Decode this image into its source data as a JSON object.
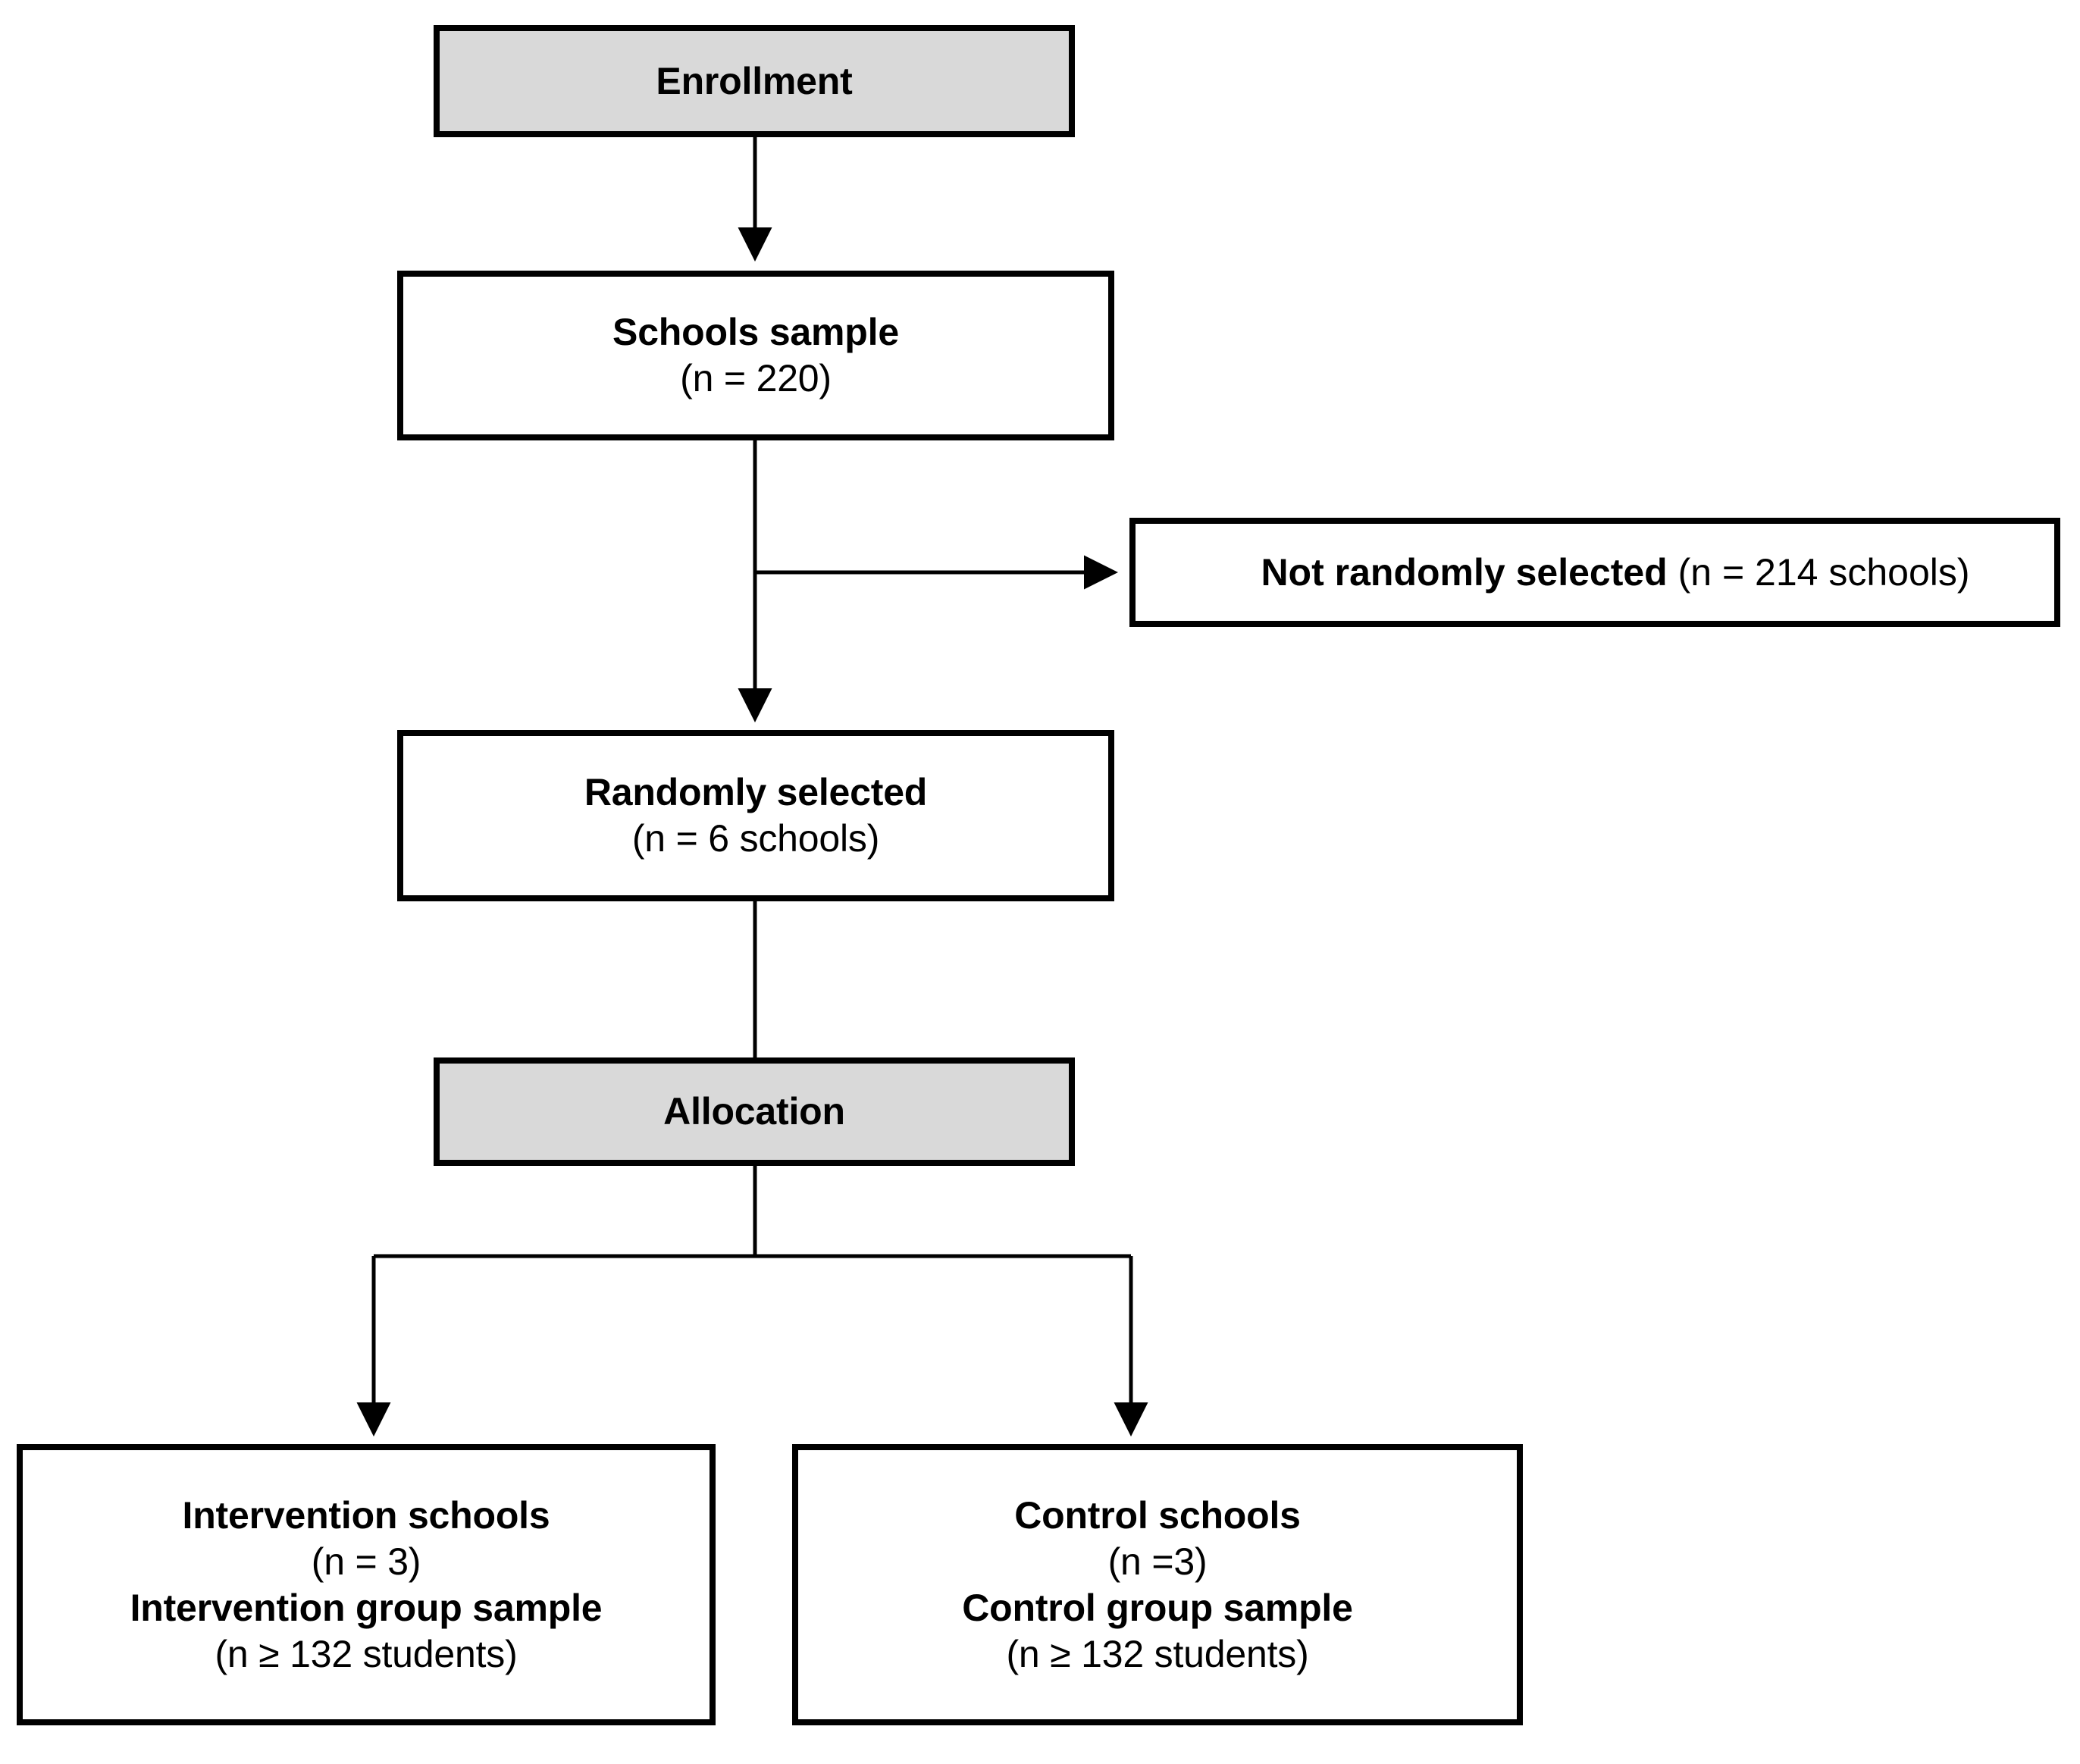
{
  "diagram": {
    "type": "consort-flow-diagram",
    "title": "School cluster randomised trial enrollment and allocation flow",
    "colors": {
      "stroke": "#000000",
      "background": "#ffffff",
      "stage_fill": "#d9d9d9",
      "node_fill": "#ffffff"
    },
    "stages": [
      {
        "id": "enrollment",
        "label": "Enrollment"
      },
      {
        "id": "allocation",
        "label": "Allocation"
      }
    ],
    "nodes": [
      {
        "id": "enrollment",
        "kind": "stage-header",
        "shaded": true,
        "lines": [
          {
            "text": "Enrollment",
            "bold": true
          }
        ]
      },
      {
        "id": "schools-sample",
        "kind": "box",
        "shaded": false,
        "lines": [
          {
            "text": "Schools sample",
            "bold": true
          },
          {
            "text": "(n = 220)",
            "bold": false
          }
        ]
      },
      {
        "id": "not-randomly-selected",
        "kind": "exclusion-box",
        "shaded": false,
        "bold_part": "Not randomly selected",
        "regular_part": " (n = 214 schools)"
      },
      {
        "id": "randomly-selected",
        "kind": "box",
        "shaded": false,
        "lines": [
          {
            "text": "Randomly selected",
            "bold": true
          },
          {
            "text": "(n = 6 schools)",
            "bold": false
          }
        ]
      },
      {
        "id": "allocation",
        "kind": "stage-header",
        "shaded": true,
        "lines": [
          {
            "text": "Allocation",
            "bold": true
          }
        ]
      },
      {
        "id": "intervention-arm",
        "kind": "box",
        "shaded": false,
        "lines": [
          {
            "text": "Intervention schools",
            "bold": true
          },
          {
            "text": "(n = 3)",
            "bold": false
          },
          {
            "text": "Intervention group sample",
            "bold": true
          },
          {
            "text": "(n ≥ 132 students)",
            "bold": false
          }
        ]
      },
      {
        "id": "control-arm",
        "kind": "box",
        "shaded": false,
        "lines": [
          {
            "text": "Control schools",
            "bold": true
          },
          {
            "text": "(n =3)",
            "bold": false
          },
          {
            "text": "Control group sample",
            "bold": true
          },
          {
            "text": "(n ≥ 132 students)",
            "bold": false
          }
        ]
      }
    ],
    "text": {
      "enrollment_label": "Enrollment",
      "schools_sample_title": "Schools sample",
      "schools_sample_n": "(n = 220)",
      "excluded_title": "Not randomly selected",
      "excluded_n": " (n = 214 schools)",
      "randomly_selected_title": "Randomly selected",
      "randomly_selected_n": "(n = 6 schools)",
      "allocation_label": "Allocation",
      "intervention_title": "Intervention schools",
      "intervention_n": "(n = 3)",
      "intervention_sample_title": "Intervention group sample",
      "intervention_sample_n": "(n ≥ 132 students)",
      "control_title": "Control schools",
      "control_n": "(n =3)",
      "control_sample_title": "Control group sample",
      "control_sample_n": "(n ≥ 132 students)"
    },
    "edges": [
      {
        "id": "enrollment-to-schools",
        "from": "enrollment",
        "to": "schools-sample",
        "arrow": true,
        "direction": "down"
      },
      {
        "id": "schools-to-excluded",
        "from": "schools-sample",
        "to": "not-randomly-selected",
        "arrow": true,
        "direction": "right"
      },
      {
        "id": "schools-to-randomly",
        "from": "schools-sample",
        "to": "randomly-selected",
        "arrow": true,
        "direction": "down"
      },
      {
        "id": "randomly-to-allocation",
        "from": "randomly-selected",
        "to": "allocation",
        "arrow": false,
        "direction": "down"
      },
      {
        "id": "allocation-to-intervention",
        "from": "allocation",
        "to": "intervention-arm",
        "arrow": true,
        "direction": "down-left"
      },
      {
        "id": "allocation-to-control",
        "from": "allocation",
        "to": "control-arm",
        "arrow": true,
        "direction": "down-right"
      }
    ]
  }
}
